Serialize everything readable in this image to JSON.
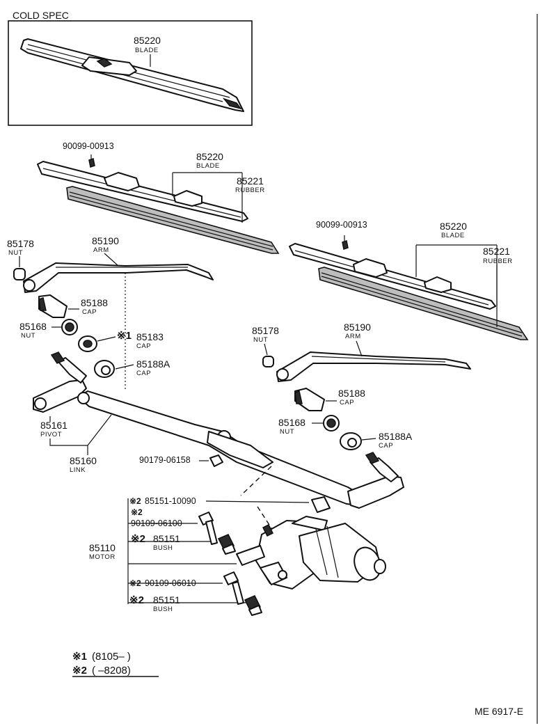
{
  "cold_spec": {
    "title": "COLD SPEC",
    "blade": {
      "number": "85220",
      "name": "BLADE"
    }
  },
  "parts": {
    "left_screw": {
      "number": "90099-00913"
    },
    "left_blade": {
      "number": "85220",
      "name": "BLADE"
    },
    "left_rubber": {
      "number": "85221",
      "name": "RUBBER"
    },
    "right_screw": {
      "number": "90099-00913"
    },
    "right_blade": {
      "number": "85220",
      "name": "BLADE"
    },
    "right_rubber": {
      "number": "85221",
      "name": "RUBBER"
    },
    "left_nut_cap": {
      "number": "85178",
      "name": "NUT"
    },
    "left_arm": {
      "number": "85190",
      "name": "ARM"
    },
    "left_cap": {
      "number": "85188",
      "name": "CAP"
    },
    "left_nut": {
      "number": "85168",
      "name": "NUT"
    },
    "cap_85183": {
      "mark": "※1",
      "number": "85183",
      "name": "CAP"
    },
    "left_cap_a": {
      "number": "85188A",
      "name": "CAP"
    },
    "right_nut_cap": {
      "number": "85178",
      "name": "NUT"
    },
    "right_arm": {
      "number": "85190",
      "name": "ARM"
    },
    "right_cap": {
      "number": "85188",
      "name": "CAP"
    },
    "right_nut": {
      "number": "85168",
      "name": "NUT"
    },
    "right_cap_a": {
      "number": "85188A",
      "name": "CAP"
    },
    "pivot": {
      "number": "85161",
      "name": "PIVOT"
    },
    "link": {
      "number": "85160",
      "name": "LINK"
    },
    "nut_90179": {
      "number": "90179-06158"
    },
    "motor": {
      "number": "85110",
      "name": "MOTOR"
    },
    "nut_85151_10090": {
      "mark": "※2",
      "number": "85151-10090"
    },
    "bolt_upper": {
      "mark": "※2",
      "number": "90109-06100"
    },
    "bush_upper": {
      "mark": "※2",
      "number": "85151",
      "name": "BUSH"
    },
    "bolt_lower": {
      "mark": "※2",
      "number": "90109-06010"
    },
    "bush_lower": {
      "mark": "※2",
      "number": "85151",
      "name": "BUSH"
    }
  },
  "notes": {
    "note1": {
      "mark": "※1",
      "text": "(8105–        )"
    },
    "note2": {
      "mark": "※2",
      "text": "(        –8208)"
    }
  },
  "footer": {
    "code": "ME 6917-E"
  }
}
